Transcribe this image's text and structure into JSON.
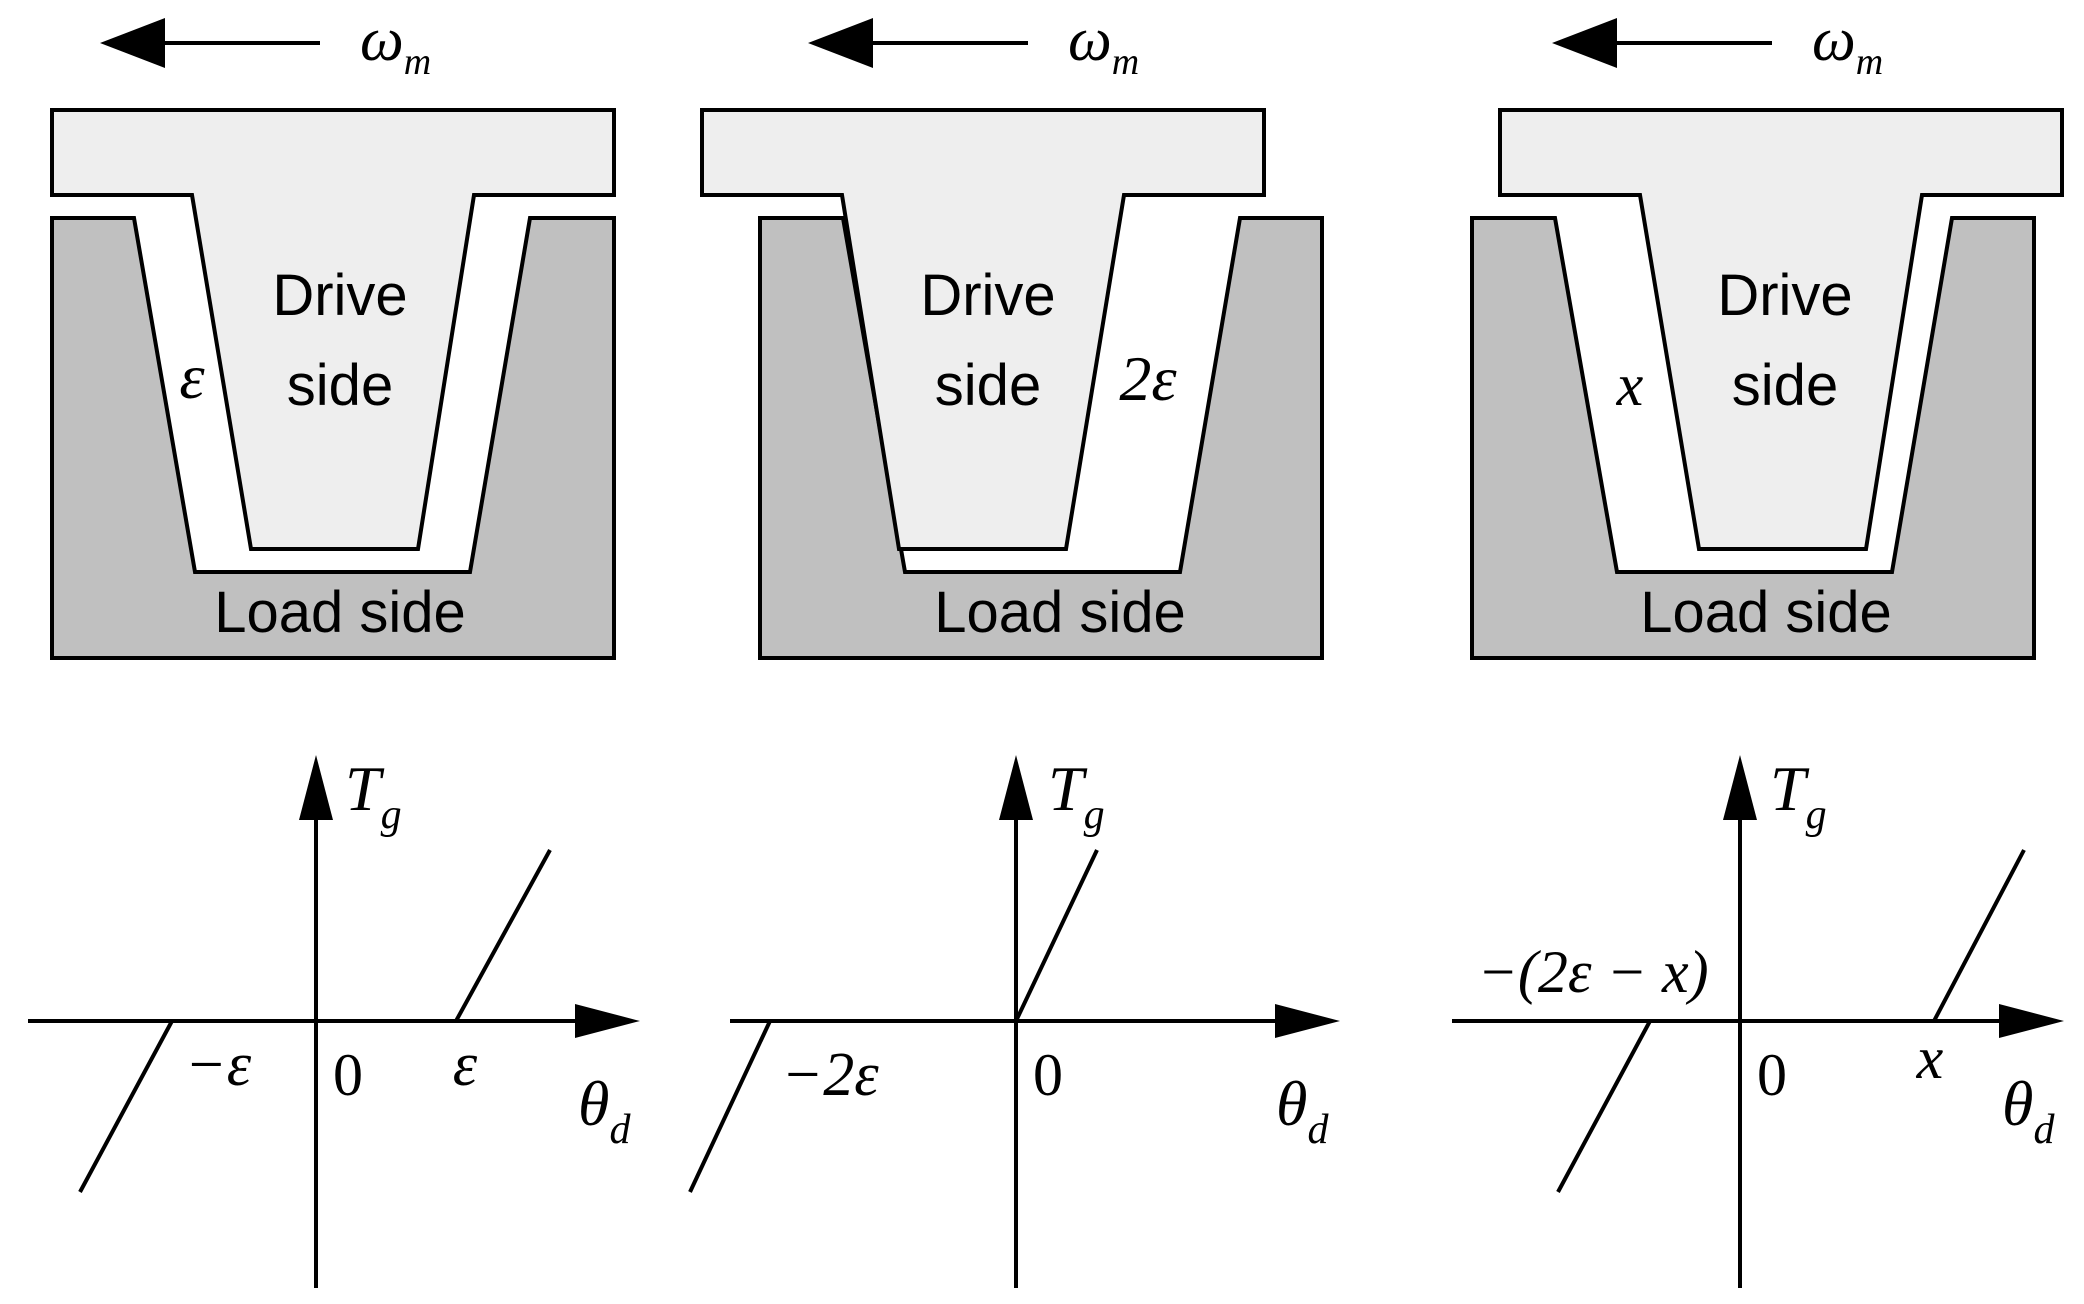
{
  "panels": [
    {
      "omega_label": "ω",
      "omega_sub": "m",
      "drive_line1": "Drive",
      "drive_line2": "side",
      "load_label": "Load side",
      "gap_label": "ε",
      "torque_label": "T",
      "torque_sub": "g",
      "angle_label": "θ",
      "angle_sub": "d",
      "origin_label": "0",
      "neg_label": "−ε",
      "pos_label": "ε"
    },
    {
      "omega_label": "ω",
      "omega_sub": "m",
      "drive_line1": "Drive",
      "drive_line2": "side",
      "load_label": "Load side",
      "gap_label": "2ε",
      "torque_label": "T",
      "torque_sub": "g",
      "angle_label": "θ",
      "angle_sub": "d",
      "origin_label": "0",
      "neg_label": "−2ε"
    },
    {
      "omega_label": "ω",
      "omega_sub": "m",
      "drive_line1": "Drive",
      "drive_line2": "side",
      "load_label": "Load side",
      "gap_label": "x",
      "torque_label": "T",
      "torque_sub": "g",
      "angle_label": "θ",
      "angle_sub": "d",
      "origin_label": "0",
      "neg_label": "−(2ε − x)",
      "pos_label": "x"
    }
  ],
  "colors": {
    "drive_fill": "#eeeeee",
    "load_fill": "#c0c0c0",
    "stroke": "#000000"
  }
}
